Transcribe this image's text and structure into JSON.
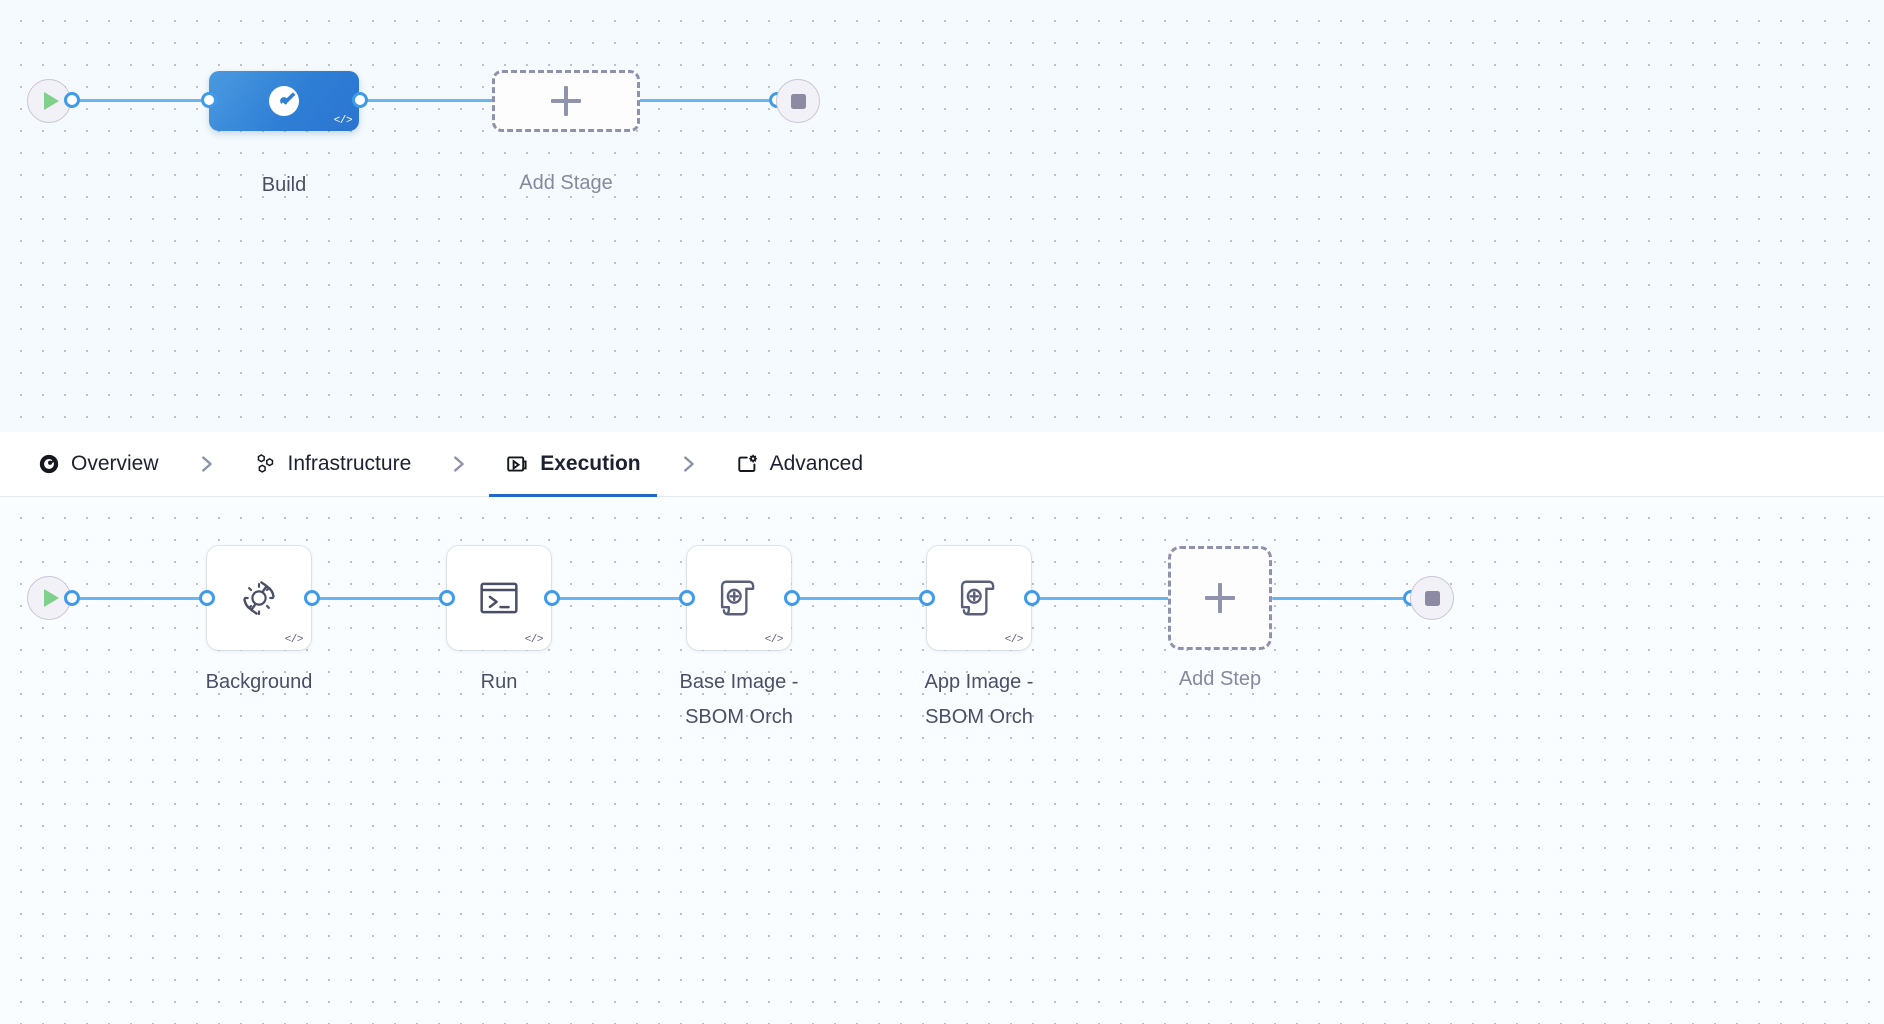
{
  "pipeline": {
    "stage_row": {
      "start_node": {
        "name": "start-node",
        "icon": "play-icon"
      },
      "stages": [
        {
          "label": "Build",
          "icon": "harness-logo-icon",
          "badge": "</>",
          "selected": true
        }
      ],
      "add_stage": {
        "label": "Add Stage",
        "icon": "plus-icon"
      },
      "end_node": {
        "name": "end-node",
        "icon": "stop-icon"
      }
    },
    "tabs": [
      {
        "id": "overview",
        "label": "Overview",
        "icon": "harness-logo-icon",
        "active": false
      },
      {
        "id": "infrastructure",
        "label": "Infrastructure",
        "icon": "hexagon-cluster-icon",
        "active": false
      },
      {
        "id": "execution",
        "label": "Execution",
        "icon": "play-box-icon",
        "active": true
      },
      {
        "id": "advanced",
        "label": "Advanced",
        "icon": "window-gear-icon",
        "active": false
      }
    ],
    "tab_separator_icon": "chevron-right-icon",
    "step_row": {
      "start_node": {
        "name": "start-node",
        "icon": "play-icon"
      },
      "steps": [
        {
          "label": "Background",
          "icon": "gear-refresh-icon",
          "badge": "</>"
        },
        {
          "label": "Run",
          "icon": "terminal-icon",
          "badge": "</>"
        },
        {
          "label": "Base Image -\nSBOM Orch",
          "icon": "scroll-plus-icon",
          "badge": "</>"
        },
        {
          "label": "App Image -\nSBOM Orch",
          "icon": "scroll-plus-icon",
          "badge": "</>"
        }
      ],
      "add_step": {
        "label": "Add Step",
        "icon": "plus-icon"
      },
      "end_node": {
        "name": "end-node",
        "icon": "stop-icon"
      }
    }
  },
  "colors": {
    "wire": "#69b5ef",
    "stage_accent": "#2f7fd6",
    "active_tab_underline": "#2266c8",
    "canvas_bg": "#f4fafd",
    "play_green": "#7ed08a",
    "stop_grey": "#8d8ba3"
  }
}
